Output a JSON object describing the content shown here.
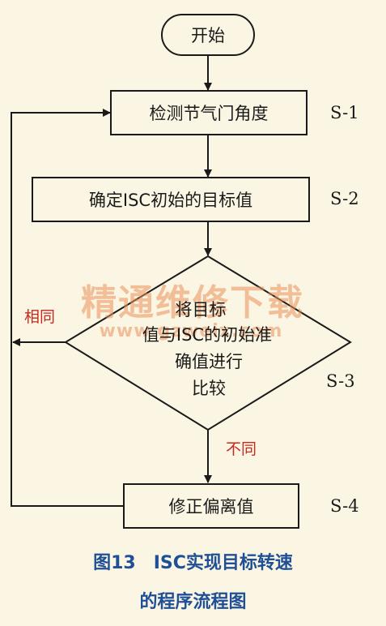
{
  "nodes": {
    "start": "开始",
    "s1": "检测节气门角度",
    "s2": "确定ISC初始的目标值",
    "s3": [
      "将目标",
      "值与ISC的初始准",
      "确值进行",
      "比较"
    ],
    "s4": "修正偏离值"
  },
  "steps": {
    "s1": "S-1",
    "s2": "S-2",
    "s3": "S-3",
    "s4": "S-4"
  },
  "branches": {
    "same": "相同",
    "different": "不同"
  },
  "watermark": {
    "main": "精通维修下载",
    "url": "www.gzweix.com"
  },
  "caption": {
    "line1": "图13　ISC实现目标转速",
    "line2": "的程序流程图"
  },
  "colors": {
    "line": "#1a1a1a",
    "caption": "#1f4f96",
    "branch": "#c8281e",
    "watermark": "#e9915a",
    "background": "#fbf6e4"
  }
}
